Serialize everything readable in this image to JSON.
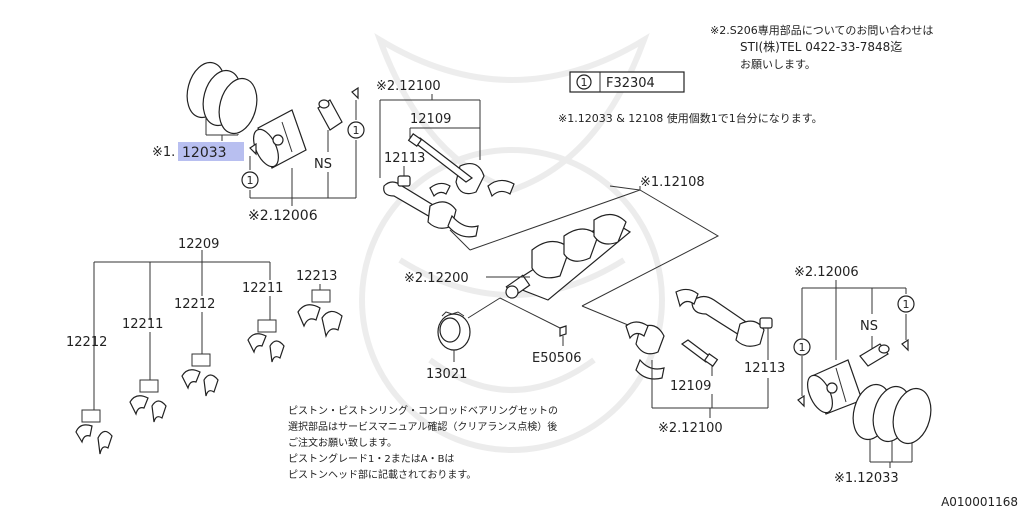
{
  "top_note": {
    "line1": "※2.S206専用部品についてのお問い合わせは",
    "line2": "STI(株)TEL 0422-33-7848迄",
    "line3": "お願いします。"
  },
  "legend": {
    "marker": "1",
    "code": "F32304"
  },
  "usage_note": "※1.12033 & 12108 使用個数1で1台分になります。",
  "labels": {
    "rings_left": "12033",
    "rings_left_prefix": "※1.",
    "piston_left": "※2.12006",
    "ns_left": "NS",
    "circle_left_top": "1",
    "circle_left_bottom": "1",
    "rod_top": "※2.12100",
    "bolt_top": "12109",
    "nut_top": "12113",
    "crank_bearing": "※1.12108",
    "crankshaft": "※2.12200",
    "pulley": "13021",
    "key": "E50506",
    "main_bearing_group": "12209",
    "main_12212_a": "12212",
    "main_12211_a": "12211",
    "main_12212_b": "12212",
    "main_12211_b": "12211",
    "main_12213": "12213",
    "piston_right": "※2.12006",
    "ns_right": "NS",
    "circle_right_top": "1",
    "circle_right_bottom": "1",
    "rod_bottom": "※2.12100",
    "bolt_bottom": "12109",
    "nut_bottom": "12113",
    "rings_right": "※1.12033"
  },
  "bottom_note": {
    "line1": "ピストン・ピストンリング・コンロッドベアリングセットの",
    "line2": "選択部品はサービスマニュアル確認（クリアランス点検）後",
    "line3": "ご注文お願い致します。",
    "line4": "ピストングレード1・2またはA・Bは",
    "line5": "ピストンヘッド部に記載されております。"
  },
  "figure_code": "A010001168",
  "colors": {
    "highlight": "#b8bff0",
    "line": "#333333"
  }
}
